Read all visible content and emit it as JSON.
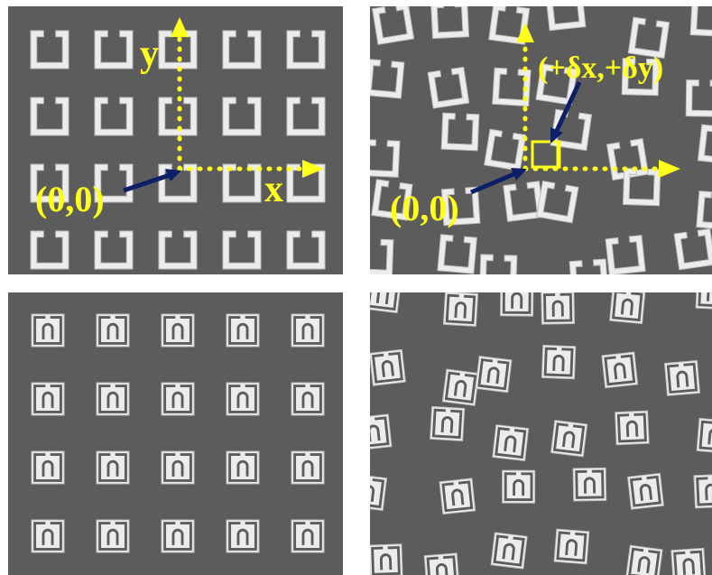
{
  "panels": [
    {
      "name": "panel-periodic-split-ring",
      "labels": {
        "axis_y": "y",
        "axis_x": "x",
        "origin": "(0,0)"
      }
    },
    {
      "name": "panel-random-split-ring",
      "labels": {
        "origin": "(0,0)",
        "offset": "(+δx,+δy)"
      }
    },
    {
      "name": "panel-periodic-spiral-resonator",
      "labels": {}
    },
    {
      "name": "panel-random-spiral-resonator",
      "labels": {}
    }
  ],
  "colors": {
    "background": "#5c5c5c",
    "metal": "#ececec",
    "annotation": "#ffff1a",
    "arrow": "#0d1f66"
  }
}
